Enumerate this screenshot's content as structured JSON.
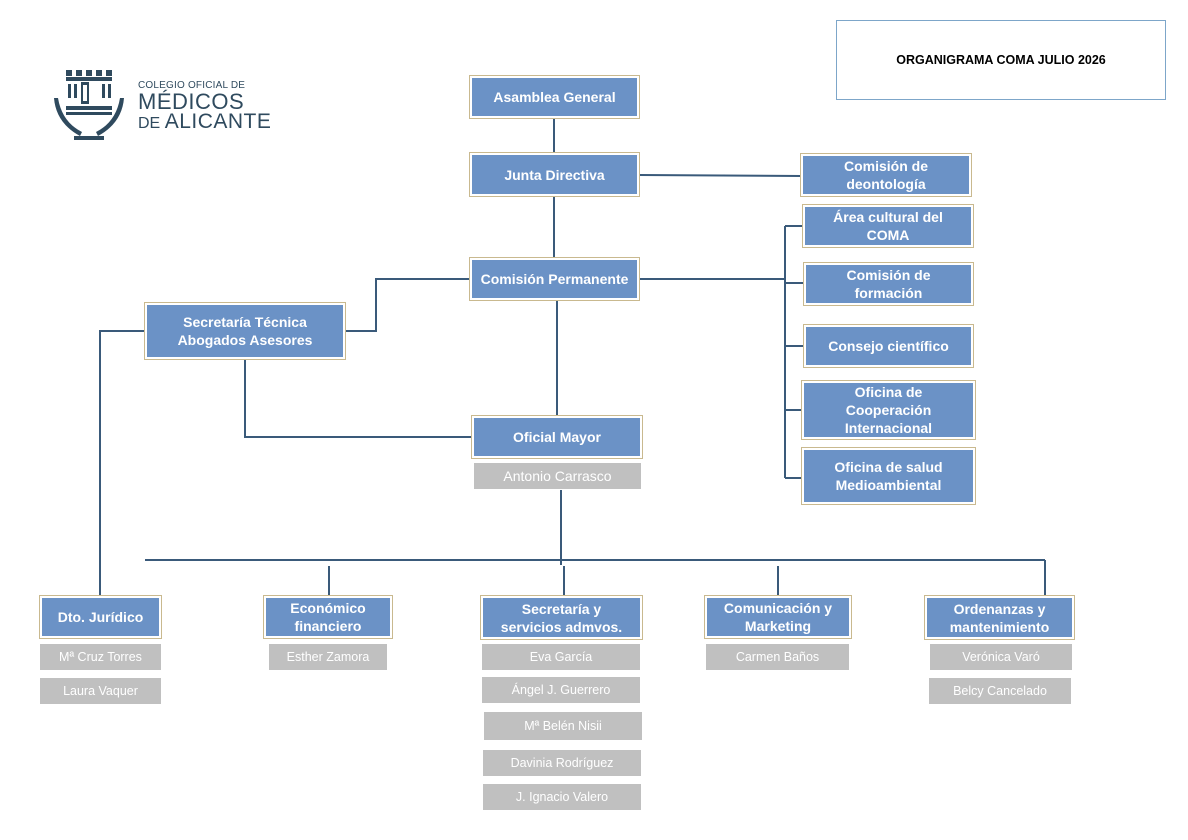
{
  "title": "ORGANIGRAMA COMA JULIO 2026",
  "logo": {
    "line1": "COLEGIO OFICIAL DE",
    "line2": "MÉDICOS",
    "line3_prefix": "DE",
    "line3_main": "ALICANTE",
    "color": "#2f4a5e"
  },
  "colors": {
    "box": "#6b92c6",
    "person": "#c0c0c0",
    "line": "#3a5a7a"
  },
  "nodes": {
    "asamblea": "Asamblea General",
    "junta": "Junta Directiva",
    "permanente": "Comisión Permanente",
    "secretaria_tecnica": [
      "Secretaría Técnica",
      "Abogados Asesores"
    ],
    "oficial_mayor": "Oficial Mayor",
    "deontologia": [
      "Comisión de",
      "deontología"
    ],
    "cultural": [
      "Área cultural del",
      "COMA"
    ],
    "formacion": [
      "Comisión de",
      "formación"
    ],
    "cientifico": "Consejo científico",
    "cooperacion": [
      "Oficina de",
      "Cooperación",
      "Internacional"
    ],
    "salud": [
      "Oficina de salud",
      "Medioambiental"
    ]
  },
  "oficial_mayor_person": "Antonio Carrasco",
  "departments": [
    {
      "name": [
        "Dto. Jurídico"
      ],
      "people": [
        "Mª Cruz Torres",
        "Laura Vaquer"
      ]
    },
    {
      "name": [
        "Económico",
        "financiero"
      ],
      "people": [
        "Esther Zamora"
      ]
    },
    {
      "name": [
        "Secretaría y",
        "servicios admvos."
      ],
      "people": [
        "Eva García",
        "Ángel J. Guerrero",
        "Mª Belén Nisii",
        "Davinia Rodríguez",
        "J. Ignacio Valero"
      ]
    },
    {
      "name": [
        "Comunicación y",
        "Marketing"
      ],
      "people": [
        "Carmen Baños"
      ]
    },
    {
      "name": [
        "Ordenanzas y",
        "mantenimiento"
      ],
      "people": [
        "Verónica Varó",
        "Belcy Cancelado"
      ]
    }
  ]
}
